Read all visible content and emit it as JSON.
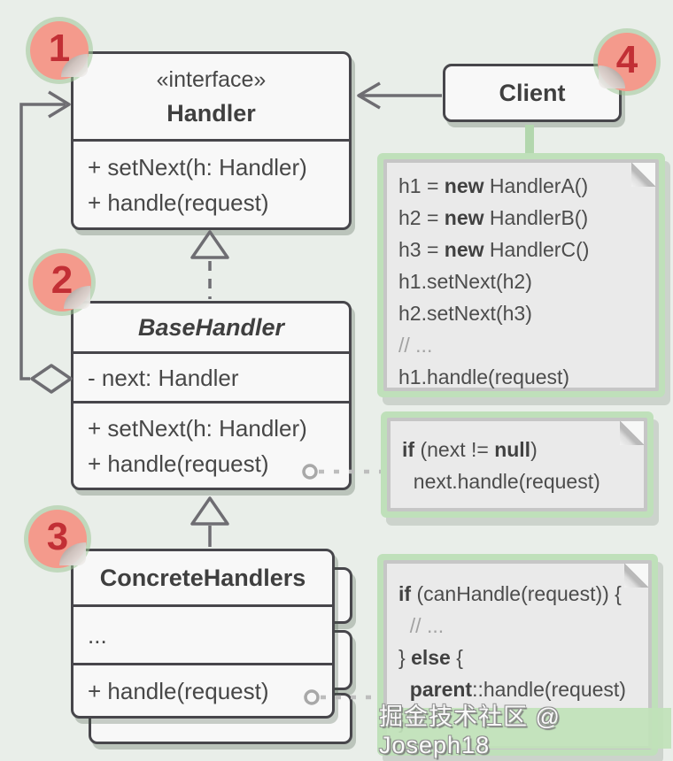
{
  "badges": [
    {
      "label": "1"
    },
    {
      "label": "2"
    },
    {
      "label": "3"
    },
    {
      "label": "4"
    }
  ],
  "classes": {
    "handler": {
      "stereotype": "«interface»",
      "name": "Handler",
      "methods": [
        "+ setNext(h: Handler)",
        "+ handle(request)"
      ]
    },
    "base_handler": {
      "name": "BaseHandler",
      "attributes": [
        "- next: Handler"
      ],
      "methods": [
        "+ setNext(h: Handler)",
        "+ handle(request)"
      ]
    },
    "concrete_handlers": {
      "name": "ConcreteHandlers",
      "attributes": [
        "..."
      ],
      "methods": [
        "+ handle(request)"
      ]
    },
    "client": {
      "name": "Client"
    }
  },
  "notes": {
    "client_code": {
      "lines": [
        [
          {
            "t": "h1 = "
          },
          {
            "t": "new",
            "b": true
          },
          {
            "t": " HandlerA()"
          }
        ],
        [
          {
            "t": "h2 = "
          },
          {
            "t": "new",
            "b": true
          },
          {
            "t": " HandlerB()"
          }
        ],
        [
          {
            "t": "h3 = "
          },
          {
            "t": "new",
            "b": true
          },
          {
            "t": " HandlerC()"
          }
        ],
        [
          {
            "t": "h1.setNext(h2)"
          }
        ],
        [
          {
            "t": "h2.setNext(h3)"
          }
        ],
        [
          {
            "t": "// ...",
            "c": true
          }
        ],
        [
          {
            "t": "h1.handle(request)"
          }
        ]
      ]
    },
    "base_handle_code": {
      "lines": [
        [
          {
            "t": "if",
            "b": true
          },
          {
            "t": " (next != "
          },
          {
            "t": "null",
            "b": true
          },
          {
            "t": ")"
          }
        ],
        [
          {
            "t": "  next.handle(request)"
          }
        ]
      ]
    },
    "concrete_handle_code": {
      "lines": [
        [
          {
            "t": "if",
            "b": true
          },
          {
            "t": " (canHandle(request)) {"
          }
        ],
        [
          {
            "t": "  // ...",
            "c": true
          }
        ],
        [
          {
            "t": "} "
          },
          {
            "t": "else",
            "b": true
          },
          {
            "t": " {"
          }
        ],
        [
          {
            "t": "  "
          },
          {
            "t": "parent",
            "b": true
          },
          {
            "t": "::handle(request)"
          }
        ],
        [
          {
            "t": "}"
          }
        ]
      ]
    }
  },
  "relations": {
    "realization": "BaseHandler implements Handler (dashed, hollow triangle)",
    "inheritance": "ConcreteHandlers extend BaseHandler (solid, hollow triangle)",
    "dependency": "Client depends on Handler (open arrow)",
    "aggregation": "BaseHandler aggregates next: Handler (hollow diamond)"
  },
  "watermark": {
    "text": "掘金技术社区 @ Joseph18"
  },
  "colors": {
    "background": "#e9eee9",
    "box_border": "#47464b",
    "badge_fill": "#f49a8c",
    "badge_number": "#c22f35",
    "note_green_frame": "#bfe0ba"
  }
}
